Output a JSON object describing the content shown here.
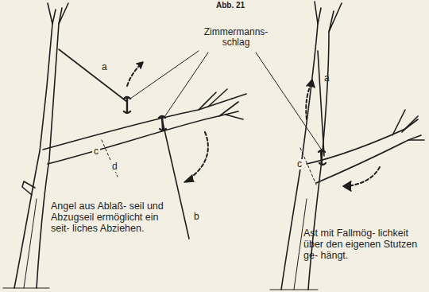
{
  "diagram": {
    "title": "Abb. 21",
    "labels": [
      "Zimmermanns- schlag",
      "a",
      "c",
      "d",
      "b",
      "a",
      "c",
      "Angel aus Ablaß- seil und Abzugseil ermöglicht ein seit- liches Abziehen.",
      "Ast mit Fallmög- lichkeit über den eigenen Stutzen ge- hängt."
    ]
  }
}
